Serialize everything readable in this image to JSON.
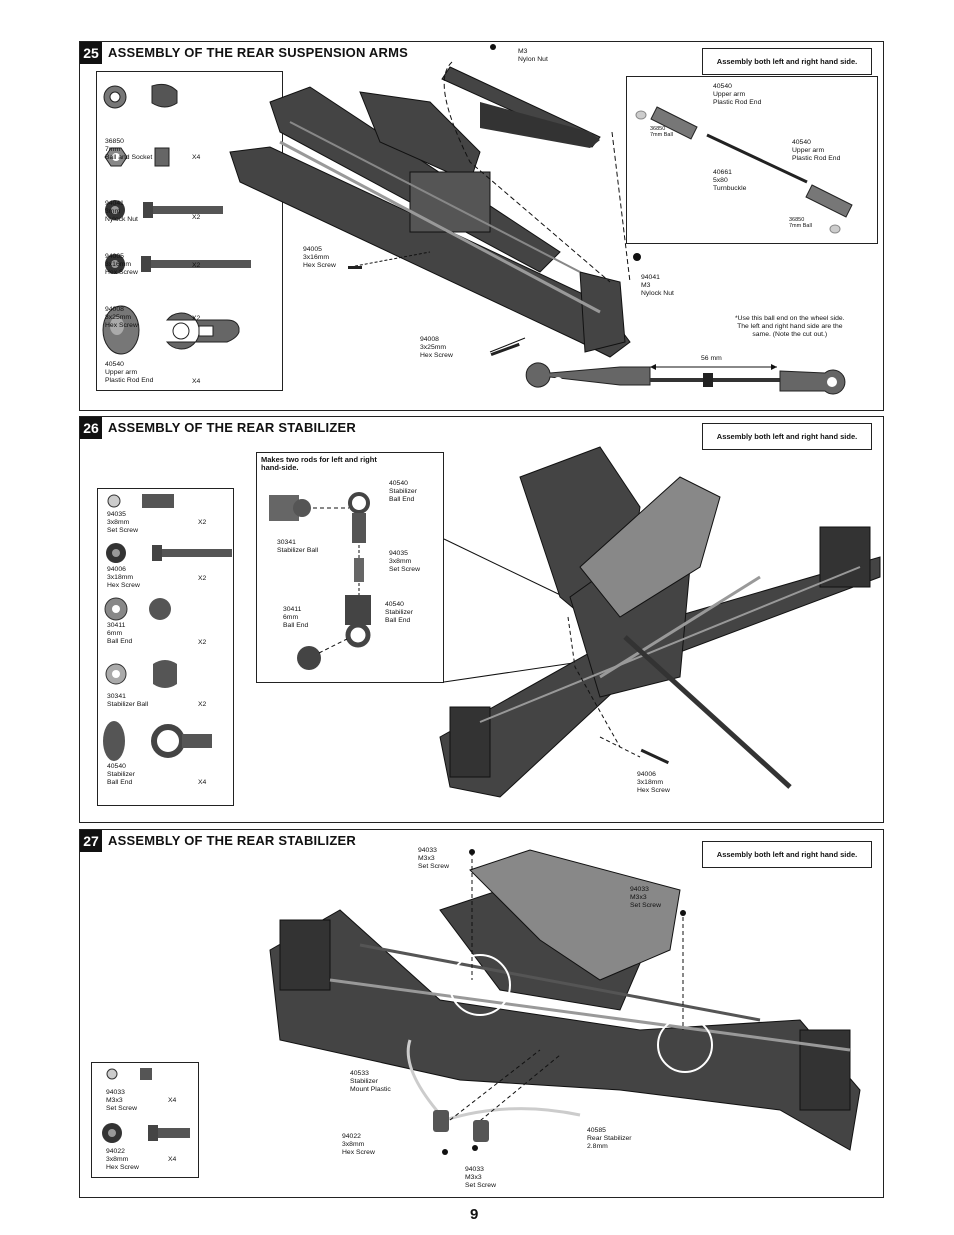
{
  "page_number": "9",
  "panel25": {
    "number": "25",
    "title": "ASSEMBLY OF THE REAR SUSPENSION ARMS",
    "note": "Assembly both left and right hand side.",
    "parts": [
      {
        "text": "36850\n7mm\nBall and Socket",
        "qty": "X4"
      },
      {
        "text": "94041\n3mm\nNylock Nut",
        "qty": "X2"
      },
      {
        "text": "94005\n3x16mm\nHex Screw",
        "qty": "X2"
      },
      {
        "text": "94008\n3x25mm\nHex Screw",
        "qty": "X2"
      },
      {
        "text": "40540\nUpper arm\nPlastic Rod End",
        "qty": "X4"
      }
    ],
    "callouts": {
      "m3_nut": "M3\nNylon Nut",
      "hex16": "94005\n3x16mm\nHex Screw",
      "nylock": "94041\nM3\nNylock Nut",
      "hex25": "94008\n3x25mm\nHex Screw",
      "upper_arm1": "40540\nUpper arm\nPlastic Rod End",
      "ball1": "36850\n7mm Ball",
      "upper_arm2": "40540\nUpper arm\nPlastic Rod End",
      "turnbuckle": "40661\n5x80\nTurnbuckle",
      "ball2": "36850\n7mm Ball",
      "wheel_note": "*Use this ball end on the wheel side.\nThe left and right hand side are the\nsame. (Note the cut out.)",
      "length": "56 mm"
    }
  },
  "panel26": {
    "number": "26",
    "title": "ASSEMBLY OF THE REAR STABILIZER",
    "note": "Assembly both left and right hand side.",
    "parts": [
      {
        "text": "94035\n3x8mm\nSet Screw",
        "qty": "X2"
      },
      {
        "text": "94006\n3x18mm\nHex Screw",
        "qty": "X2"
      },
      {
        "text": "30411\n6mm\nBall End",
        "qty": "X2"
      },
      {
        "text": "30341\nStabilizer Ball",
        "qty": "X2"
      },
      {
        "text": "40540\nStabilizer\nBall End",
        "qty": "X4"
      }
    ],
    "detail_title": "Makes two rods for left and right\nhand-side.",
    "callouts": {
      "stab_ball_end1": "40540\nStabilizer\nBall End",
      "stab_ball": "30341\nStabilizer Ball",
      "set_screw": "94035\n3x8mm\nSet Screw",
      "stab_ball_end2": "40540\nStabilizer\nBall End",
      "ball_end": "30411\n6mm\nBall End",
      "hex18": "94006\n3x18mm\nHex Screw"
    }
  },
  "panel27": {
    "number": "27",
    "title": "ASSEMBLY OF THE REAR STABILIZER",
    "note": "Assembly both left and right hand side.",
    "parts": [
      {
        "text": "94033\nM3x3\nSet Screw",
        "qty": "X4"
      },
      {
        "text": "94022\n3x8mm\nHex Screw",
        "qty": "X4"
      }
    ],
    "callouts": {
      "set_top": "94033\nM3x3\nSet Screw",
      "set_right": "94033\nM3x3\nSet Screw",
      "mount": "40533\nStabilizer\nMount Plastic",
      "rear_stab": "40585\nRear Stabilizer\n2.8mm",
      "hex8": "94022\n3x8mm\nHex Screw",
      "set_bottom": "94033\nM3x3\nSet Screw"
    }
  }
}
